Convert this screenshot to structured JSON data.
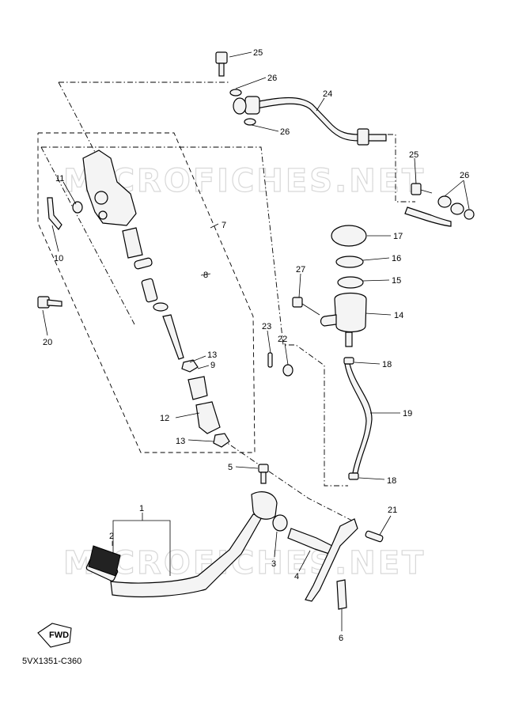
{
  "watermark": "MICROFICHES.NET",
  "reference_code": "5VX1351-C360",
  "fwd_label": "FWD",
  "callouts": [
    {
      "id": "c25a",
      "label": "25"
    },
    {
      "id": "c26a",
      "label": "26"
    },
    {
      "id": "c24",
      "label": "24"
    },
    {
      "id": "c26b",
      "label": "26"
    },
    {
      "id": "c25b",
      "label": "25"
    },
    {
      "id": "c26c",
      "label": "26"
    },
    {
      "id": "c11",
      "label": "11"
    },
    {
      "id": "c10",
      "label": "10"
    },
    {
      "id": "c7",
      "label": "7"
    },
    {
      "id": "c8",
      "label": "8"
    },
    {
      "id": "c20",
      "label": "20"
    },
    {
      "id": "c13a",
      "label": "13"
    },
    {
      "id": "c9",
      "label": "9"
    },
    {
      "id": "c12",
      "label": "12"
    },
    {
      "id": "c13b",
      "label": "13"
    },
    {
      "id": "c17",
      "label": "17"
    },
    {
      "id": "c16",
      "label": "16"
    },
    {
      "id": "c15",
      "label": "15"
    },
    {
      "id": "c27",
      "label": "27"
    },
    {
      "id": "c14",
      "label": "14"
    },
    {
      "id": "c23",
      "label": "23"
    },
    {
      "id": "c22",
      "label": "22"
    },
    {
      "id": "c18a",
      "label": "18"
    },
    {
      "id": "c19",
      "label": "19"
    },
    {
      "id": "c18b",
      "label": "18"
    },
    {
      "id": "c5",
      "label": "5"
    },
    {
      "id": "c1",
      "label": "1"
    },
    {
      "id": "c2",
      "label": "2"
    },
    {
      "id": "c3",
      "label": "3"
    },
    {
      "id": "c4",
      "label": "4"
    },
    {
      "id": "c21",
      "label": "21"
    },
    {
      "id": "c6",
      "label": "6"
    }
  ]
}
